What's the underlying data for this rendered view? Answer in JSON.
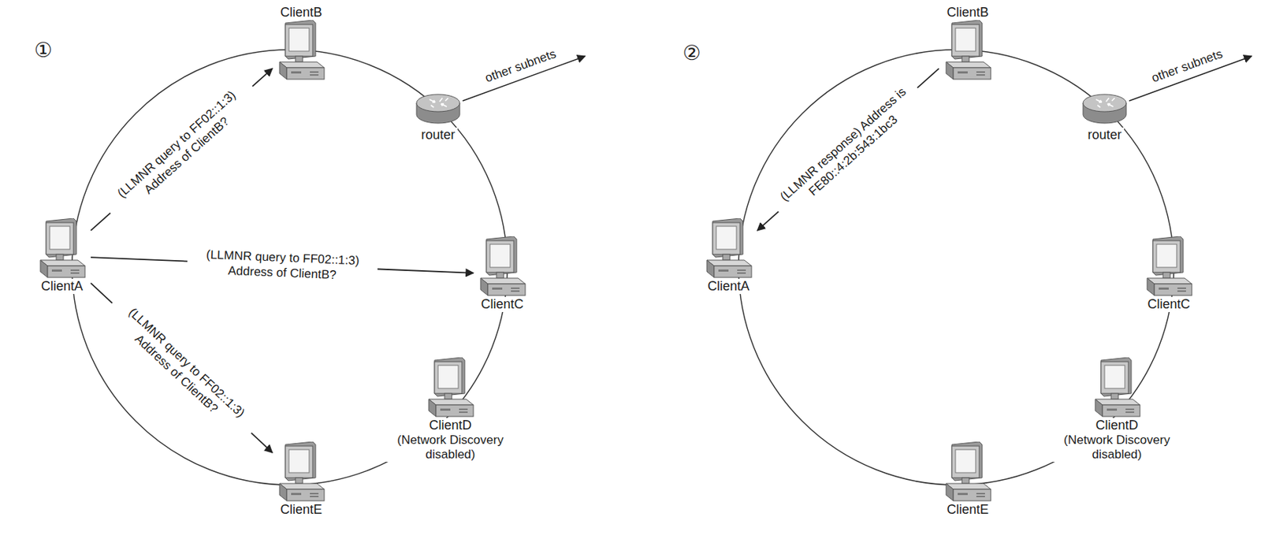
{
  "diagram": {
    "nodes": [
      {
        "text": [
          "ClientB"
        ]
      },
      {
        "text": [
          "router"
        ]
      },
      {
        "text": [
          "ClientA"
        ]
      },
      {
        "text": [
          "ClientC"
        ]
      },
      {
        "text": [
          "ClientD",
          "(Network Discovery disabled)"
        ]
      },
      {
        "text": [
          "ClientE"
        ]
      },
      {
        "text": [
          "ClientB"
        ]
      },
      {
        "text": [
          "router"
        ]
      },
      {
        "text": [
          "ClientA"
        ]
      },
      {
        "text": [
          "ClientC"
        ]
      },
      {
        "text": [
          "ClientD",
          "(Network Discovery disabled)"
        ]
      },
      {
        "text": [
          "ClientE"
        ]
      }
    ],
    "edges": [
      {
        "from": 2,
        "to": 0,
        "arrow": "to",
        "label": "(LLMNR query to FF02::1:3) Address of ClientB?"
      },
      {
        "from": 2,
        "to": 3,
        "arrow": "to",
        "label": "(LLMNR query to FF02::1:3) Address of ClientB?"
      },
      {
        "from": 2,
        "to": 5,
        "arrow": "to",
        "label": "(LLMNR query to FF02::1:3) Address of ClientB?"
      },
      {
        "from": 6,
        "to": 8,
        "arrow": "to",
        "label": "(LLMNR response) Address is FE80::4:2b:543:1bc3"
      }
    ],
    "labels": [
      "①",
      "other subnets",
      "②",
      "other subnets"
    ]
  }
}
